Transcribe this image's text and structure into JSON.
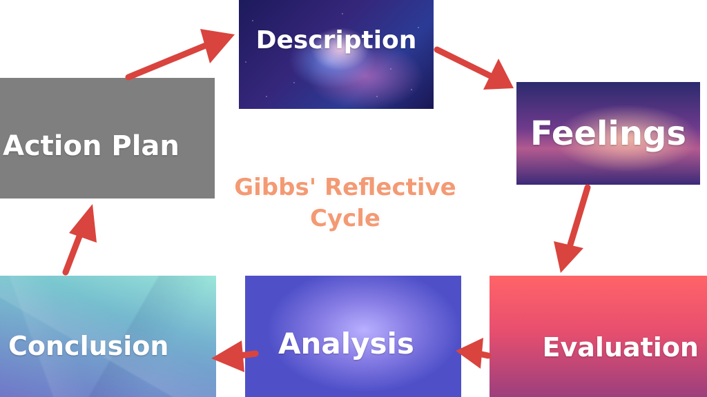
{
  "diagram": {
    "title": "Gibbs' Reflective Cycle",
    "stages": {
      "description": "Description",
      "feelings": "Feelings",
      "evaluation": "Evaluation",
      "analysis": "Analysis",
      "conclusion": "Conclusion",
      "action_plan": "Action Plan"
    },
    "arrow_color": "#d9443e"
  }
}
